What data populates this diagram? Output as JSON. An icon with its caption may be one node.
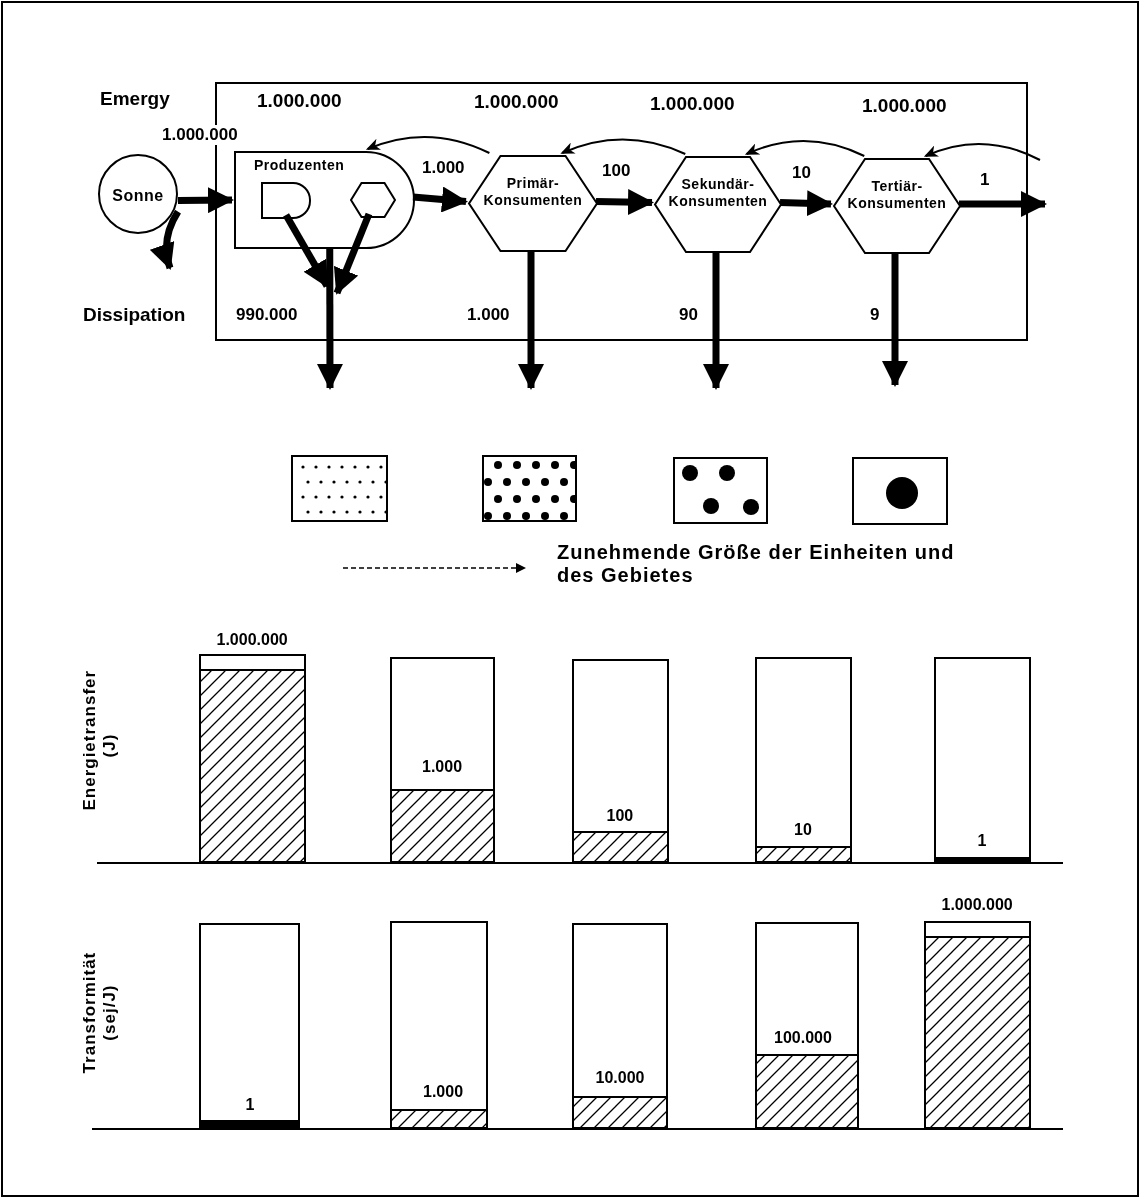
{
  "diagram": {
    "nodes": [
      {
        "text": [
          "Sonne"
        ]
      },
      {
        "text": [],
        "shape": "box"
      },
      {
        "text": [
          "Produzenten"
        ],
        "in": 1
      },
      {
        "text": [],
        "shape": "box",
        "in": 2
      },
      {
        "text": [],
        "shape": "hexagon",
        "in": 2
      },
      {
        "text": [
          "Primär- Konsumenten"
        ],
        "in": 1
      },
      {
        "text": [
          "Sekundär- Konsumenten"
        ],
        "in": 1
      },
      {
        "text": [
          "Tertiär- Konsumenten"
        ],
        "in": 1
      },
      {
        "text": [],
        "shape": "box"
      },
      {
        "text": [],
        "shape": "box"
      },
      {
        "text": [],
        "shape": "box"
      },
      {
        "text": [],
        "shape": "box"
      }
    ],
    "edges": [
      {
        "from": 0,
        "to": 2,
        "arrow": "to",
        "label": "1.000.000"
      },
      {
        "from": 0,
        "to": null,
        "arrow": "to"
      },
      {
        "from": 2,
        "to": 5,
        "arrow": "to",
        "label": "1.000"
      },
      {
        "from": 5,
        "to": 6,
        "arrow": "to",
        "label": "100"
      },
      {
        "from": 6,
        "to": 7,
        "arrow": "to",
        "label": "10"
      },
      {
        "from": 7,
        "to": null,
        "arrow": "to",
        "label": "1"
      },
      {
        "from": 5,
        "to": 2,
        "arrow": "to"
      },
      {
        "from": 6,
        "to": 5,
        "arrow": "to"
      },
      {
        "from": 7,
        "to": 6,
        "arrow": "to"
      },
      {
        "from": null,
        "to": 7,
        "arrow": "to"
      },
      {
        "from": 3,
        "to": null,
        "arrow": "to"
      },
      {
        "from": 4,
        "to": null,
        "arrow": "to"
      },
      {
        "from": 2,
        "to": null,
        "arrow": "to",
        "label": "990.000"
      },
      {
        "from": 5,
        "to": null,
        "arrow": "to",
        "label": "1.000"
      },
      {
        "from": 6,
        "to": null,
        "arrow": "to",
        "label": "90"
      },
      {
        "from": 7,
        "to": null,
        "arrow": "to",
        "label": "9"
      }
    ],
    "labels": [
      "Emergy",
      "1.000.000",
      "1.000.000",
      "1.000.000",
      "1.000.000",
      "Dissipation",
      "Zunehmende Größe der Einheiten und des Gebietes",
      "Energietransfer (J)",
      "1.000.000",
      "1.000",
      "100",
      "10",
      "1",
      "Transformität (sej/J)",
      "1",
      "1.000",
      "10.000",
      "100.000",
      "1.000.000"
    ]
  }
}
